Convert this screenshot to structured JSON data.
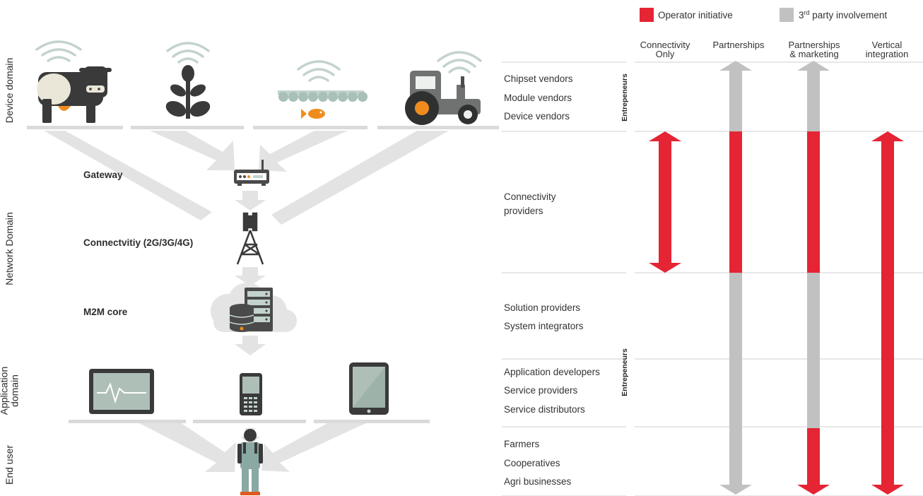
{
  "legend": {
    "operator": {
      "label": "Operator initiative",
      "color": "#e52434"
    },
    "third_party": {
      "label_main": "3",
      "label_sup": "rd",
      "label_rest": " party involvement",
      "color": "#c1c1c1"
    }
  },
  "left": {
    "domains": {
      "device": "Device domain",
      "network": "Network Domain",
      "application": "Application\ndomain",
      "end_user": "End user"
    },
    "components": {
      "gateway": "Gateway",
      "connectivity": "Connectvitiy (2G/3G/4G)",
      "m2m_core": "M2M core"
    },
    "icons": {
      "device": [
        "cow-icon",
        "plant-icon",
        "fish-pond-icon",
        "tractor-icon"
      ],
      "network": [
        "gateway-router-icon",
        "cell-tower-icon",
        "cloud-server-icon"
      ],
      "application": [
        "monitor-icon",
        "mobile-phone-icon",
        "tablet-icon"
      ],
      "end_user": [
        "farmer-icon"
      ]
    }
  },
  "right": {
    "columns": [
      {
        "id": "connectivity-only",
        "lines": [
          "Connectivity",
          "Only"
        ]
      },
      {
        "id": "partnerships",
        "lines": [
          "Partnerships"
        ]
      },
      {
        "id": "partnerships-marketing",
        "lines": [
          "Partnerships",
          "& marketing"
        ]
      },
      {
        "id": "vertical-integration",
        "lines": [
          "Vertical",
          "integration"
        ]
      }
    ],
    "rows": [
      "Chipset vendors",
      "Module vendors",
      "Device vendors",
      "Connectivity\nproviders",
      "Solution providers",
      "System integrators",
      "Application developers",
      "Service providers",
      "Service distributors",
      "Farmers",
      "Cooperatives",
      "Agri businesses"
    ],
    "entrepreneurs_label": "Entrepeneurs",
    "arrows": [
      {
        "column": "Connectivity Only",
        "segments": [
          {
            "from": "Connectivity providers",
            "to": "Connectivity providers",
            "role": "operator"
          }
        ]
      },
      {
        "column": "Partnerships",
        "segments": [
          {
            "from": "Chipset vendors",
            "to": "Device vendors",
            "role": "third_party"
          },
          {
            "from": "Connectivity providers",
            "to": "Connectivity providers",
            "role": "operator"
          },
          {
            "from": "Solution providers",
            "to": "Agri businesses",
            "role": "third_party"
          }
        ]
      },
      {
        "column": "Partnerships & marketing",
        "segments": [
          {
            "from": "Chipset vendors",
            "to": "Device vendors",
            "role": "third_party"
          },
          {
            "from": "Connectivity providers",
            "to": "Connectivity providers",
            "role": "operator"
          },
          {
            "from": "Solution providers",
            "to": "Service distributors",
            "role": "third_party"
          },
          {
            "from": "Farmers",
            "to": "Agri businesses",
            "role": "operator"
          }
        ]
      },
      {
        "column": "Vertical integration",
        "segments": [
          {
            "from": "Connectivity providers",
            "to": "Agri businesses",
            "role": "operator"
          }
        ]
      }
    ]
  }
}
